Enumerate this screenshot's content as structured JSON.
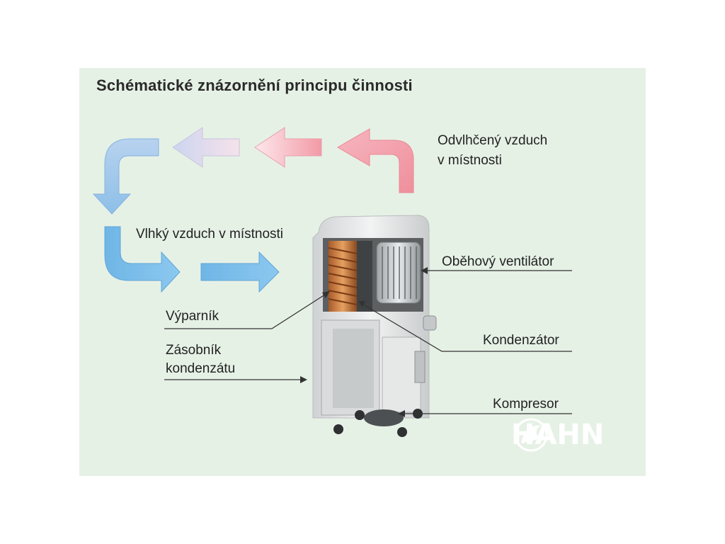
{
  "title": "Schématické znázornění principu činnosti",
  "labels": {
    "dry_air": [
      "Odvlhčený vzduch",
      "v místnosti"
    ],
    "humid_air": "Vlhký vzduch v místnosti",
    "fan": "Oběhový ventilátor",
    "evaporator": "Výparník",
    "condenser": "Kondenzátor",
    "tank": [
      "Zásobník",
      "kondenzátu"
    ],
    "compressor": "Kompresor"
  },
  "brand": "HAHN",
  "colors": {
    "background": "#e6f1e6",
    "warm_arrow": "#f5a0aa",
    "cool_arrow": "#78bde8",
    "leader_line": "#333333"
  },
  "icons": [
    "bent-arrow-icon",
    "left-arrow-icon",
    "right-arrow-icon",
    "dehumidifier-unit-icon",
    "rooster-logo-icon"
  ]
}
